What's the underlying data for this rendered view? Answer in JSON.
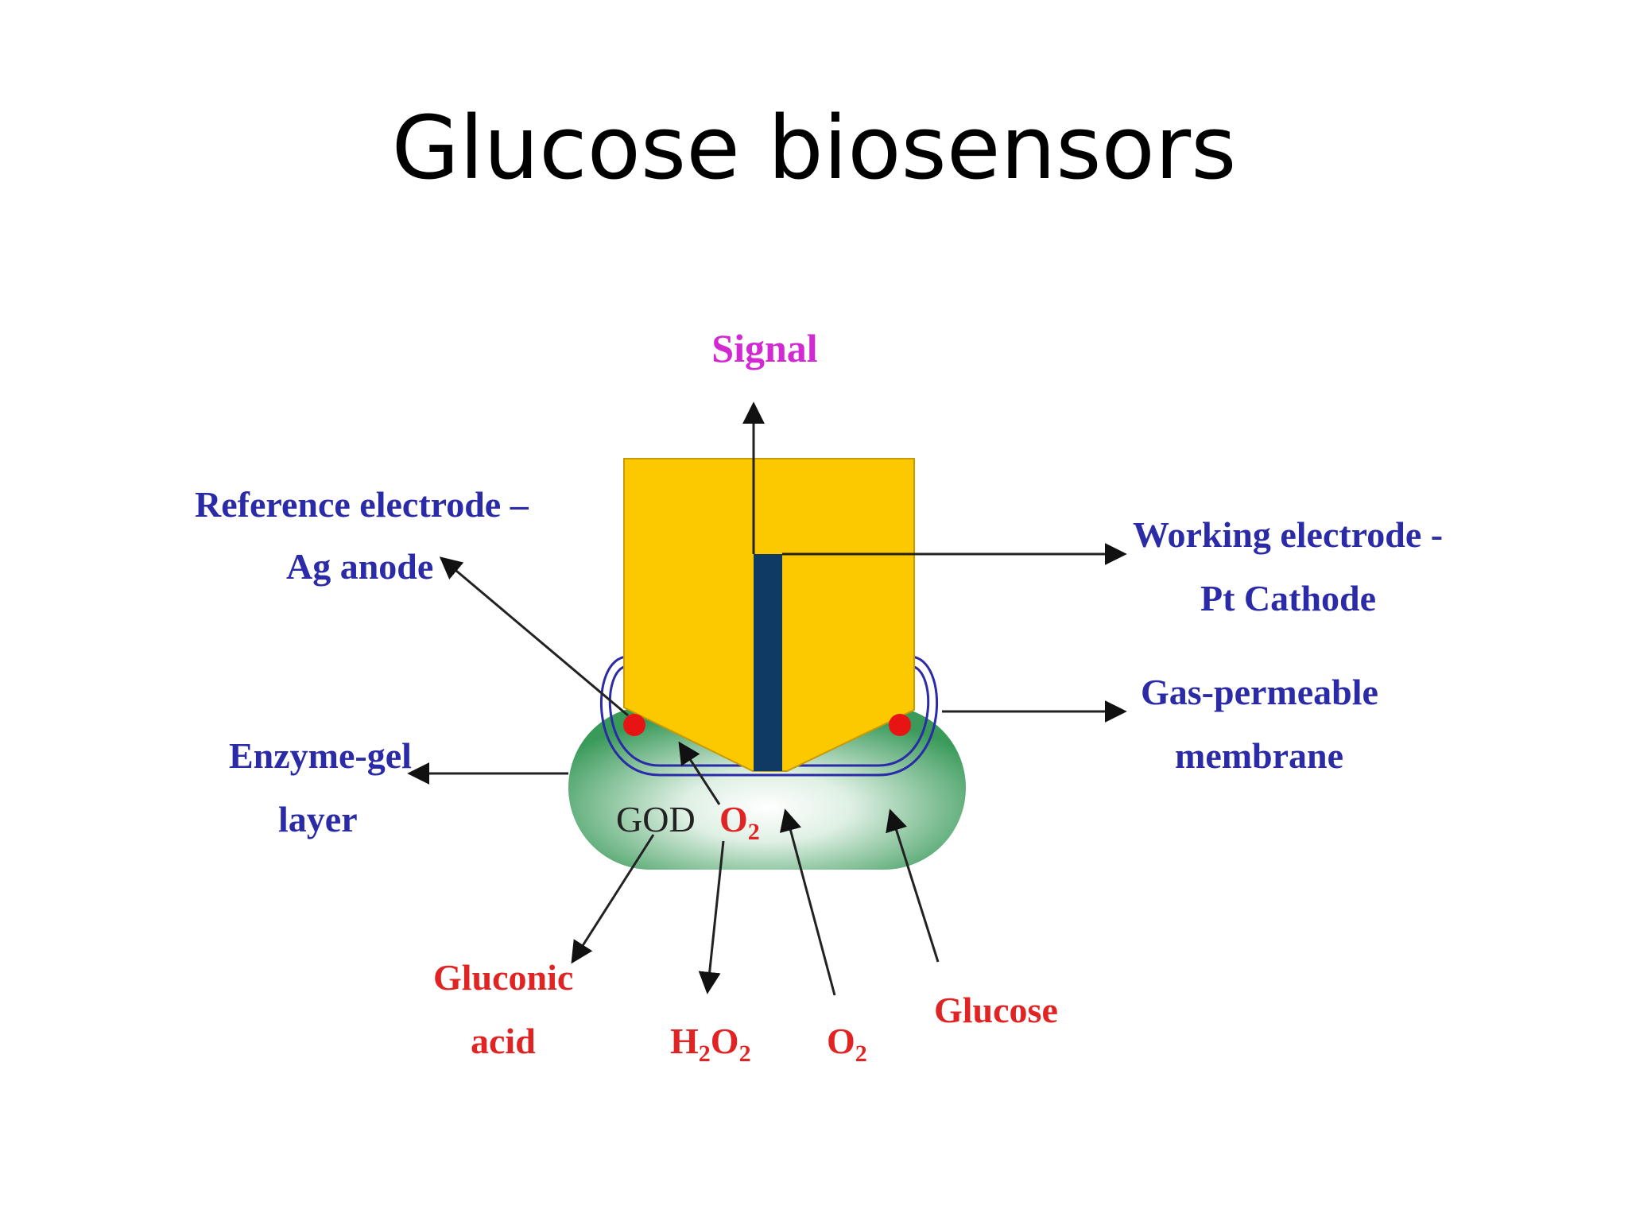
{
  "title": "Glucose biosensors",
  "labels": {
    "signal": "Signal",
    "reference_line1": "Reference electrode –",
    "reference_line2": "Ag anode",
    "working_line1": "Working electrode -",
    "working_line2": "Pt Cathode",
    "membrane_line1": "Gas-permeable",
    "membrane_line2": "membrane",
    "enzyme_line1": "Enzyme-gel",
    "enzyme_line2": "layer",
    "god": "GOD",
    "o2_inner_base": "O",
    "o2_inner_sub": "2",
    "gluconic_line1": "Gluconic",
    "gluconic_line2": "acid",
    "h2o2_h": "H",
    "h2o2_sub1": "2",
    "h2o2_o": "O",
    "h2o2_sub2": "2",
    "o2_base": "O",
    "o2_sub": "2",
    "glucose": "Glucose"
  },
  "colors": {
    "electrode_body": "#fcc800",
    "cathode": "#0f3a64",
    "gel": "#3a9a5a",
    "membrane": "#2b2ba8",
    "anode_dot": "#e81414",
    "label_blue": "#2b2ba8",
    "label_red": "#e02424",
    "label_magenta": "#d22ad2"
  }
}
